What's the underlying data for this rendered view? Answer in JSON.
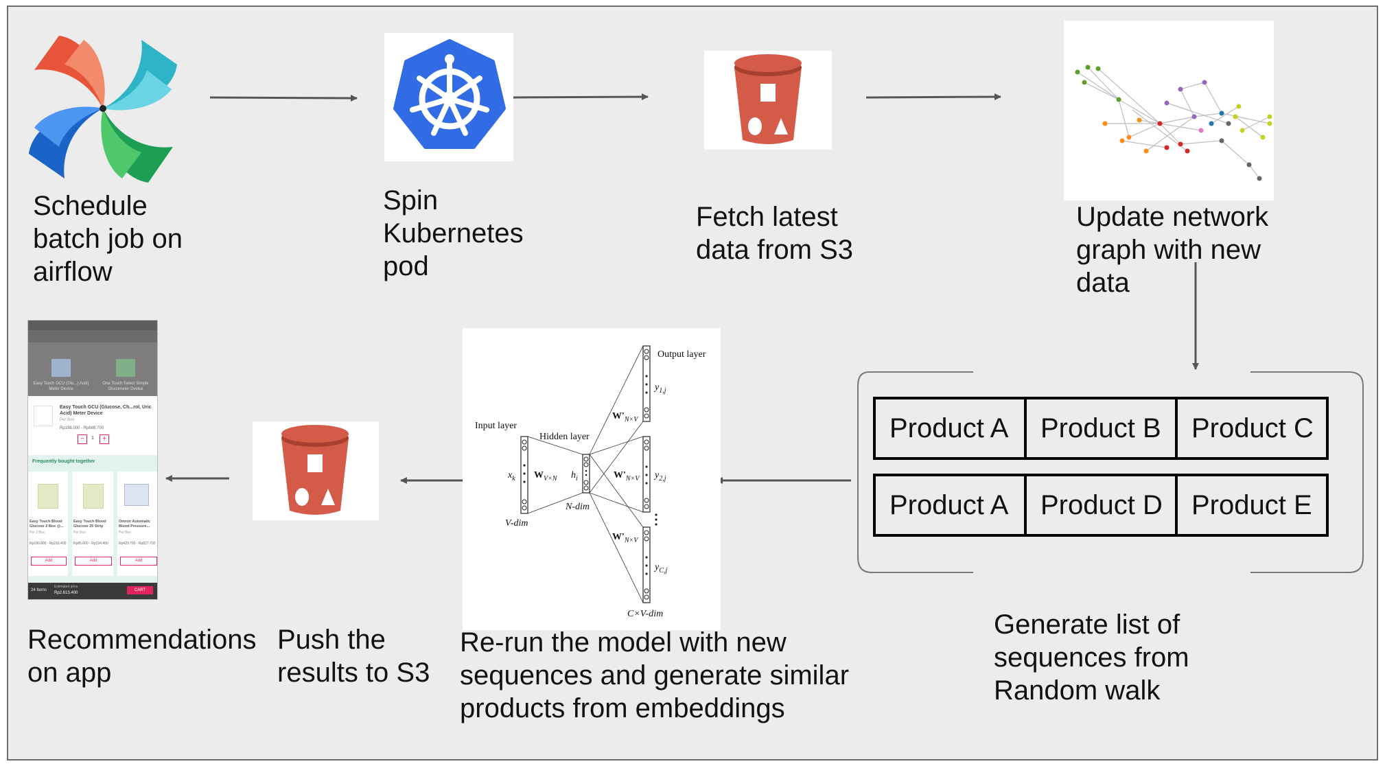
{
  "steps": {
    "schedule": "Schedule\nbatch job on\nairflow",
    "spin": "Spin\nKubernetes\npod",
    "fetch": "Fetch latest\ndata from S3",
    "update": "Update network\ngraph with new\ndata",
    "generate": "Generate list of\nsequences from\nRandom walk",
    "rerun": "Re-run the model with new\nsequences and generate similar\nproducts from embeddings",
    "push": "Push the\nresults to S3",
    "recommend": "Recommendations\non app"
  },
  "sequences": [
    [
      "Product A",
      "Product B",
      "Product C"
    ],
    [
      "Product A",
      "Product D",
      "Product E"
    ]
  ],
  "nn": {
    "input_layer": "Input layer",
    "hidden_layer": "Hidden layer",
    "output_layer": "Output layer",
    "x": "x",
    "x_sub": "k",
    "h": "h",
    "h_sub": "i",
    "w_in": "W",
    "w_in_sub": "V×N",
    "w_out": "W'",
    "w_out_sub": "N×V",
    "y1": "y",
    "y1_sub": "1,j",
    "y2": "y",
    "y2_sub": "2,j",
    "yc": "y",
    "yc_sub": "C,j",
    "vdim": "V-dim",
    "ndim": "N-dim",
    "cvdim": "C×V-dim"
  },
  "phone": {
    "product_title": "Easy Touch GCU (Glucose, Ch...rol, Uric Acid) Meter Device",
    "product_unit": "Per Box",
    "product_price": "Rp198.000 - Rp688.700",
    "qty": "1",
    "fbt_title": "Frequently bought together",
    "items": [
      {
        "name": "Easy Touch Blood Glucose 2 Box @...",
        "unit": "Per 2 Box",
        "price": "Rp180.800 - Rp216.400",
        "btn": "Add"
      },
      {
        "name": "Easy Touch Blood Glucose 25 Strip",
        "unit": "Per Box",
        "price": "Rp85.600 - Rp194.400",
        "btn": "Add"
      },
      {
        "name": "Omron Automatic Blood Pressure...",
        "unit": "Per Box",
        "price": "Rp429.700 - Rp827.700",
        "btn": "Add"
      }
    ],
    "footer_items": "24 Items",
    "footer_label": "Estimated price",
    "footer_price": "Rp2.613.400",
    "cart": "CART",
    "top_left": "Easy Touch GCU (Glu...) Acid) Meter Device",
    "top_right": "One Touch Select Simple Glucometer Device"
  },
  "colors": {
    "bucket_red": "#d45b47",
    "bucket_dark": "#a8402f",
    "k8s_blue": "#326ce5",
    "pink": "#e0245e"
  }
}
